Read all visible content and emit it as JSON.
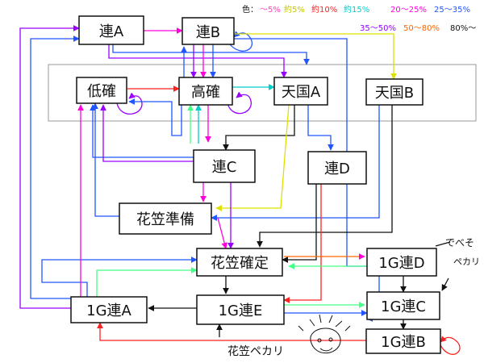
{
  "legend": {
    "prefix": "色：",
    "items": [
      {
        "label": "〜5%",
        "color": "#ff44bb"
      },
      {
        "label": "約5%",
        "color": "#c8c800"
      },
      {
        "label": "約10%",
        "color": "#ff2222"
      },
      {
        "label": "約15%",
        "color": "#00cccc"
      },
      {
        "label": "20〜25%",
        "color": "#ff00dd"
      },
      {
        "label": "25〜35%",
        "color": "#2255ff"
      },
      {
        "label": "35〜50%",
        "color": "#9900ff"
      },
      {
        "label": "50〜80%",
        "color": "#ff6600"
      },
      {
        "label": "80%〜",
        "color": "#111111"
      }
    ]
  },
  "nodes": {
    "ren_a": "連A",
    "ren_b": "連B",
    "teikaku": "低確",
    "koukaku": "高確",
    "tengoku_a": "天国A",
    "tengoku_b": "天国B",
    "ren_c": "連C",
    "ren_d": "連D",
    "hanagasa_junbi": "花笠準備",
    "hanagasa_kakutei": "花笠確定",
    "g_ren_d": "1G連D",
    "g_ren_c": "1G連C",
    "g_ren_b": "1G連B",
    "g_ren_e": "1G連E",
    "g_ren_a": "1G連A"
  },
  "notes": {
    "debeso_line1": "でべそ",
    "debeso_line2": "ペカリ",
    "hanagasa_pekari": "花笠ペカリ"
  }
}
